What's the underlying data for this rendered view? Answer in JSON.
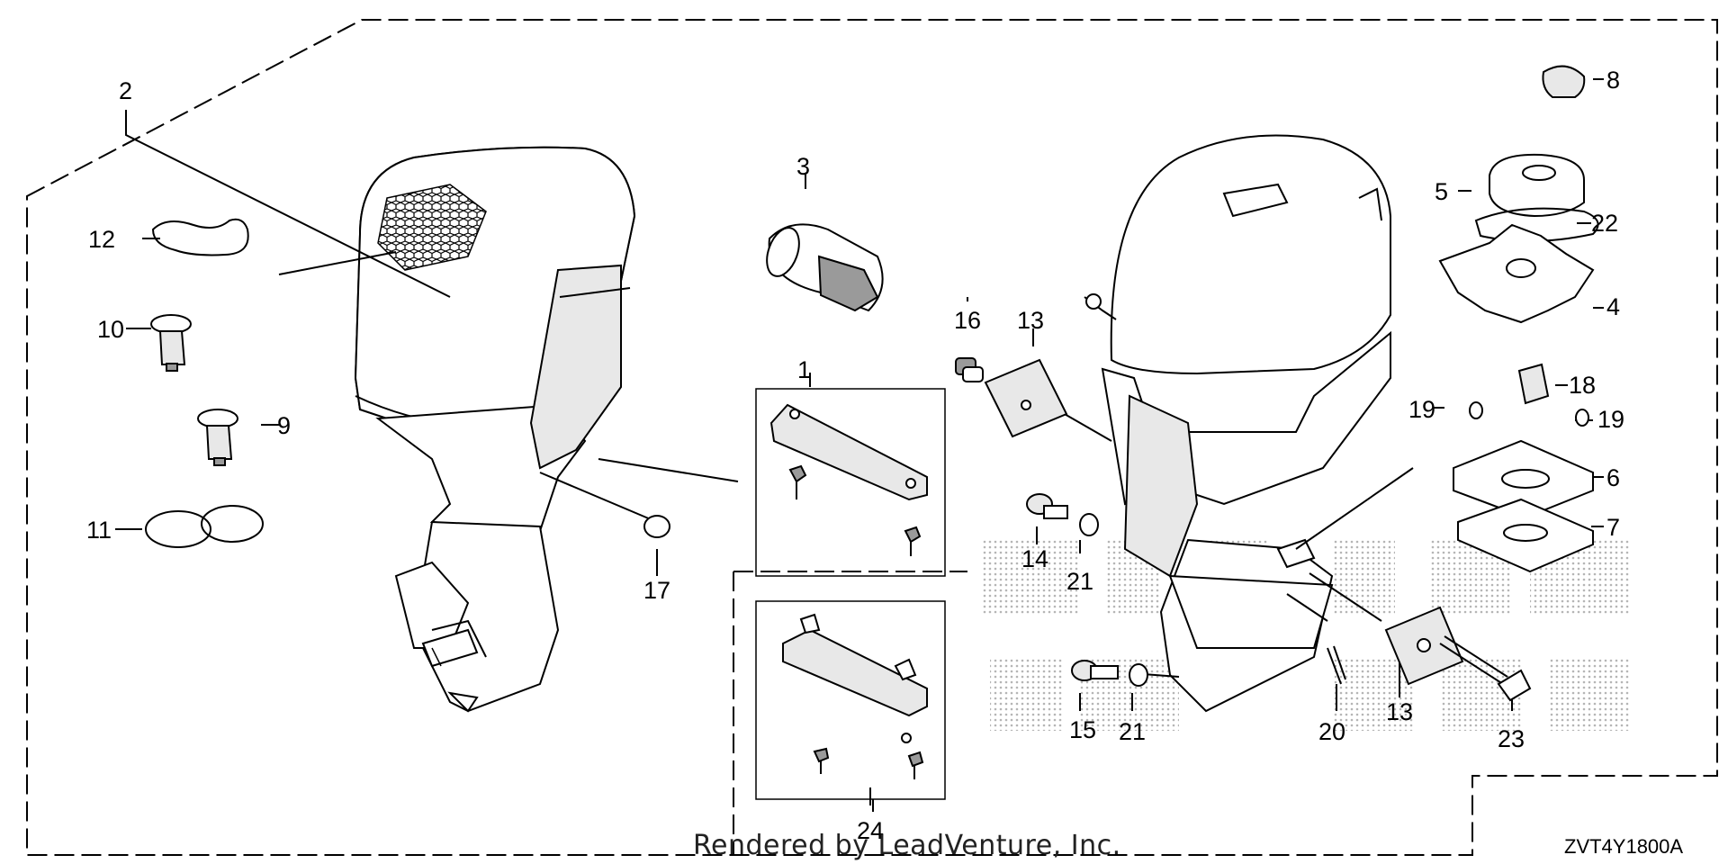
{
  "diagram": {
    "code": "ZVT4Y1800A",
    "credit": "Rendered by LeadVenture, Inc.",
    "callouts": [
      {
        "id": "1",
        "text": "1"
      },
      {
        "id": "2",
        "text": "2"
      },
      {
        "id": "3",
        "text": "3"
      },
      {
        "id": "4",
        "text": "4"
      },
      {
        "id": "5",
        "text": "5"
      },
      {
        "id": "6",
        "text": "6"
      },
      {
        "id": "7",
        "text": "7"
      },
      {
        "id": "8",
        "text": "8"
      },
      {
        "id": "9",
        "text": "9"
      },
      {
        "id": "10",
        "text": "10"
      },
      {
        "id": "11",
        "text": "11"
      },
      {
        "id": "12",
        "text": "12"
      },
      {
        "id": "13a",
        "text": "13"
      },
      {
        "id": "13b",
        "text": "13"
      },
      {
        "id": "14",
        "text": "14"
      },
      {
        "id": "15",
        "text": "15"
      },
      {
        "id": "16",
        "text": "16"
      },
      {
        "id": "17",
        "text": "17"
      },
      {
        "id": "18",
        "text": "18"
      },
      {
        "id": "19a",
        "text": "19"
      },
      {
        "id": "19b",
        "text": "19"
      },
      {
        "id": "20",
        "text": "20"
      },
      {
        "id": "21a",
        "text": "21"
      },
      {
        "id": "21b",
        "text": "21"
      },
      {
        "id": "22",
        "text": "22"
      },
      {
        "id": "23",
        "text": "23"
      },
      {
        "id": "24",
        "text": "24"
      }
    ]
  }
}
